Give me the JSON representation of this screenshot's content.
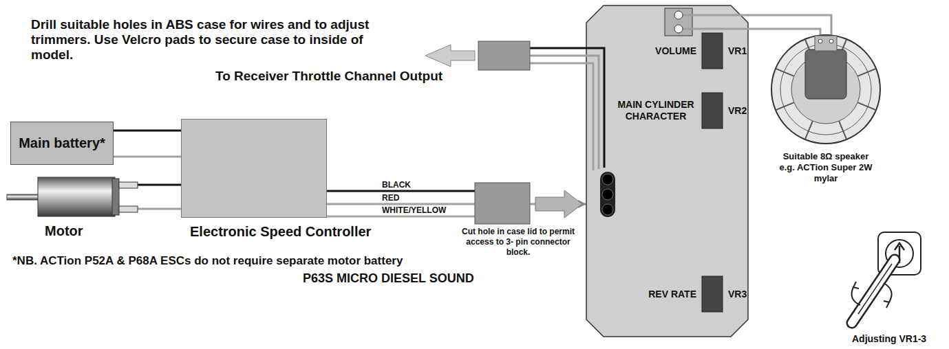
{
  "diagram": {
    "nodes": [
      {
        "text": [
          "Main battery*"
        ]
      },
      {
        "text": [
          "Motor"
        ]
      },
      {
        "text": [
          "Electronic Speed Controller"
        ]
      },
      {
        "text": [
          "P63S MICRO DIESEL SOUND"
        ]
      },
      {
        "text": [
          "Suitable 8Ω speaker e.g. ACTion Super 2W mylar"
        ]
      }
    ],
    "edges": [
      {
        "from": 0,
        "to": 2,
        "arrow": "none"
      },
      {
        "from": 0,
        "to": 2,
        "arrow": "none"
      },
      {
        "from": 1,
        "to": 2,
        "arrow": "none"
      },
      {
        "from": 1,
        "to": 2,
        "arrow": "none"
      },
      {
        "from": 2,
        "to": 3,
        "arrow": "to"
      },
      {
        "from": 3,
        "to": 4,
        "arrow": "none"
      },
      {
        "from": 3,
        "to": 4,
        "arrow": "none"
      }
    ],
    "labels": [
      "Drill suitable holes in ABS case for wires and to adjust trimmers. Use Velcro pads to secure case to inside of model.",
      "To Receiver Throttle Channel Output",
      "BLACK",
      "RED",
      "WHITE/YELLOW",
      "Cut hole in case lid to permit access to 3- pin connector block.",
      "*NB. ACTion P52A & P68A ESCs do not require separate motor battery",
      "VOLUME",
      "VR1",
      "MAIN CYLINDER CHARACTER",
      "VR2",
      "REV RATE",
      "VR3",
      "Adjusting VR1-3"
    ]
  }
}
